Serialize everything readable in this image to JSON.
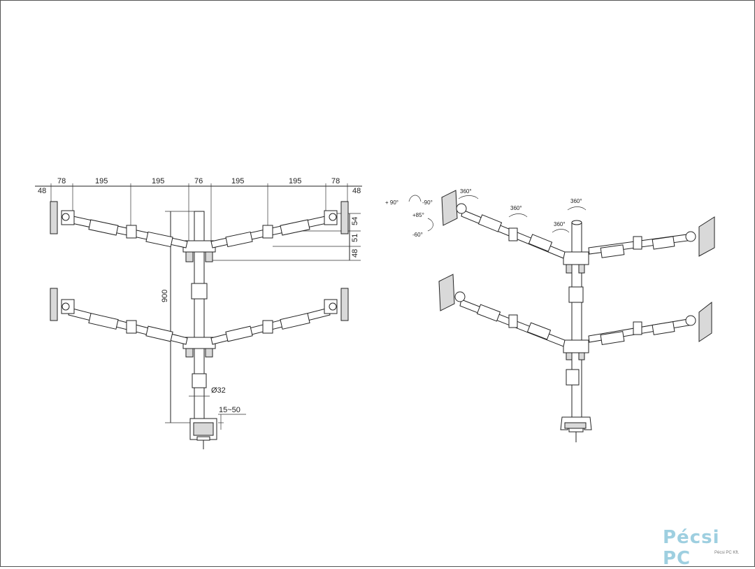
{
  "dimensions": {
    "top_spacing": [
      "48",
      "78",
      "195",
      "195",
      "76",
      "195",
      "195",
      "78",
      "48"
    ],
    "right_heights": [
      "54",
      "51",
      "48"
    ],
    "pole_height": "900",
    "pole_diameter": "Ø32",
    "clamp_range": "15~50"
  },
  "rotations": {
    "tilt_up": "+ 90°",
    "tilt_down": "-90°",
    "pitch_up": "+85°",
    "pitch_down": "-60°",
    "swivel": "360°"
  },
  "logo": {
    "brand": "Pécsi PC",
    "company": "Pécsi PC Kft."
  },
  "colors": {
    "line": "#222222",
    "logo": "#9ecfe0"
  }
}
